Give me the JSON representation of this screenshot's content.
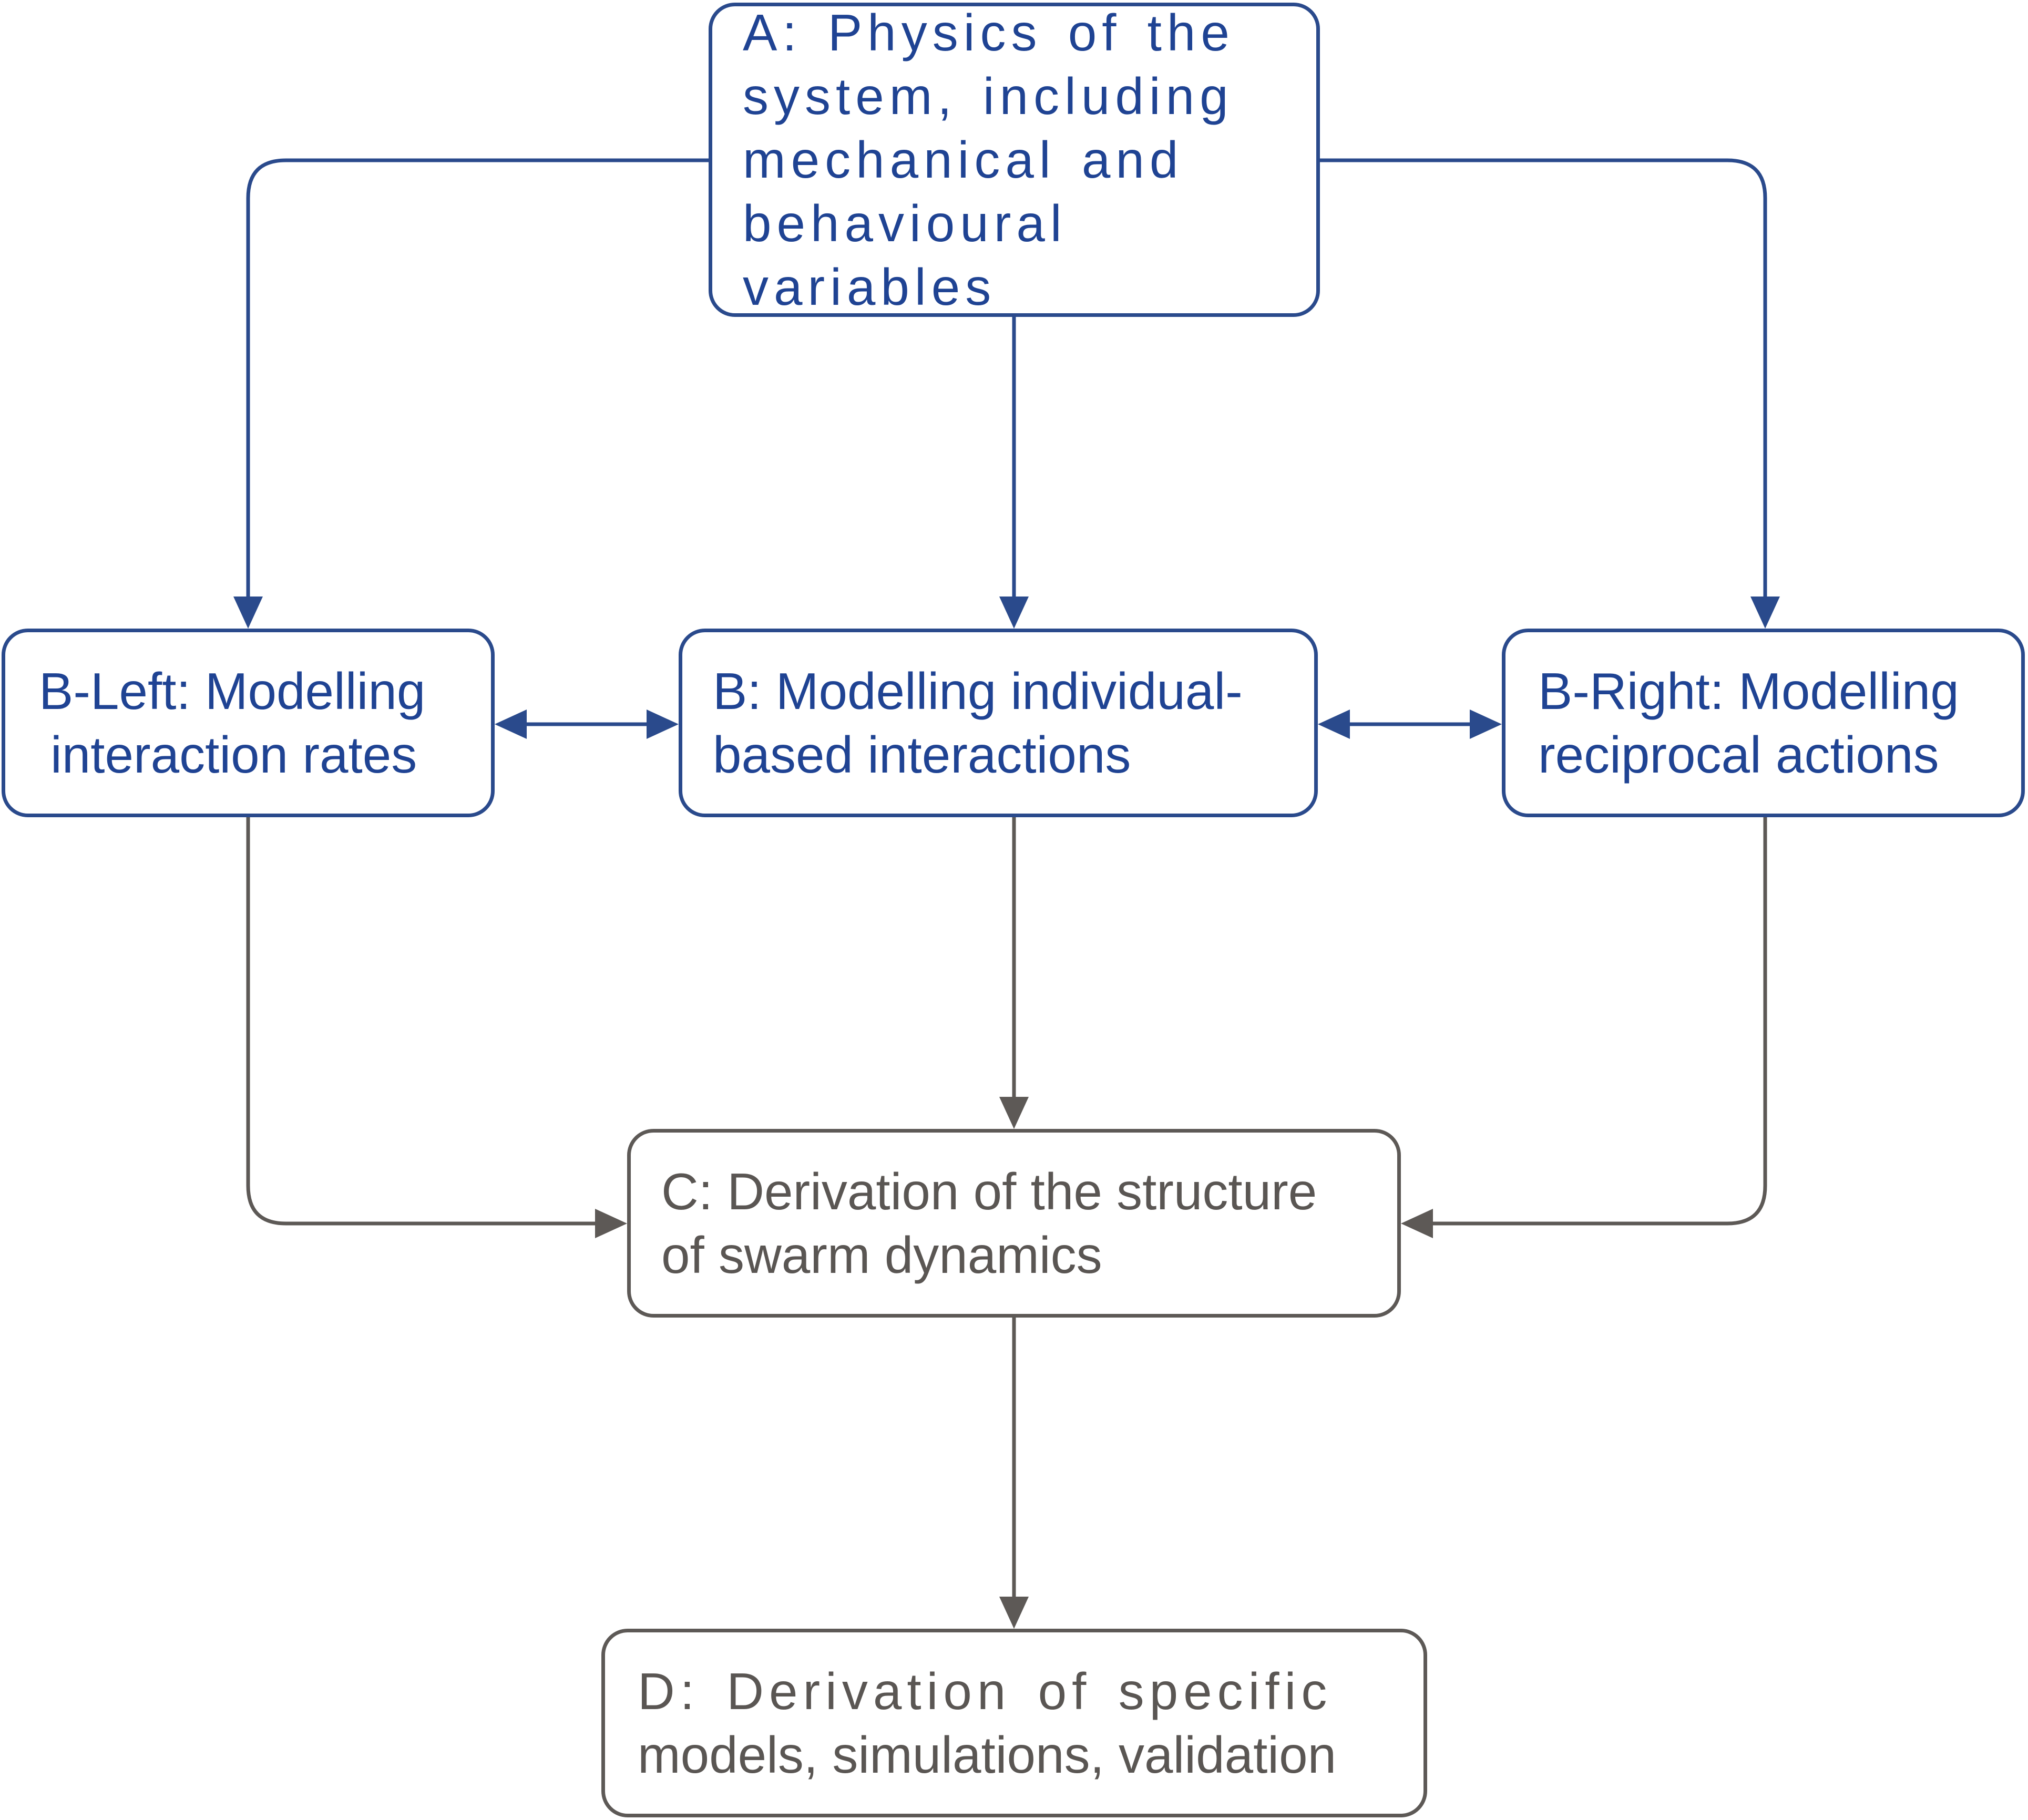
{
  "colors": {
    "blue_stroke": "#2a4a8c",
    "blue_text": "#1f4393",
    "gray_stroke": "#5d5956",
    "gray_text": "#5a5653",
    "background": "#ffffff"
  },
  "nodes": {
    "a": {
      "lines": [
        "A: Physics of the",
        "system, including",
        "mechanical and",
        "behavioural variables"
      ]
    },
    "b_left": {
      "lines": [
        "B-Left: Modelling",
        "interaction rates"
      ]
    },
    "b": {
      "lines": [
        "B: Modelling individual-",
        "based interactions"
      ]
    },
    "b_right": {
      "lines": [
        "B-Right: Modelling",
        "reciprocal actions"
      ]
    },
    "c": {
      "lines": [
        "C: Derivation of the structure",
        "of swarm dynamics"
      ]
    },
    "d": {
      "lines": [
        "D: Derivation of specific",
        "models, simulations, validation"
      ]
    }
  },
  "edges": [
    {
      "from": "a",
      "to": "b_left",
      "type": "directed",
      "color": "blue"
    },
    {
      "from": "a",
      "to": "b",
      "type": "directed",
      "color": "blue"
    },
    {
      "from": "a",
      "to": "b_right",
      "type": "directed",
      "color": "blue"
    },
    {
      "from": "b_left",
      "to": "b",
      "type": "bidirectional",
      "color": "blue"
    },
    {
      "from": "b",
      "to": "b_right",
      "type": "bidirectional",
      "color": "blue"
    },
    {
      "from": "b_left",
      "to": "c",
      "type": "directed",
      "color": "gray"
    },
    {
      "from": "b",
      "to": "c",
      "type": "directed",
      "color": "gray"
    },
    {
      "from": "b_right",
      "to": "c",
      "type": "directed",
      "color": "gray"
    },
    {
      "from": "c",
      "to": "d",
      "type": "directed",
      "color": "gray"
    }
  ]
}
